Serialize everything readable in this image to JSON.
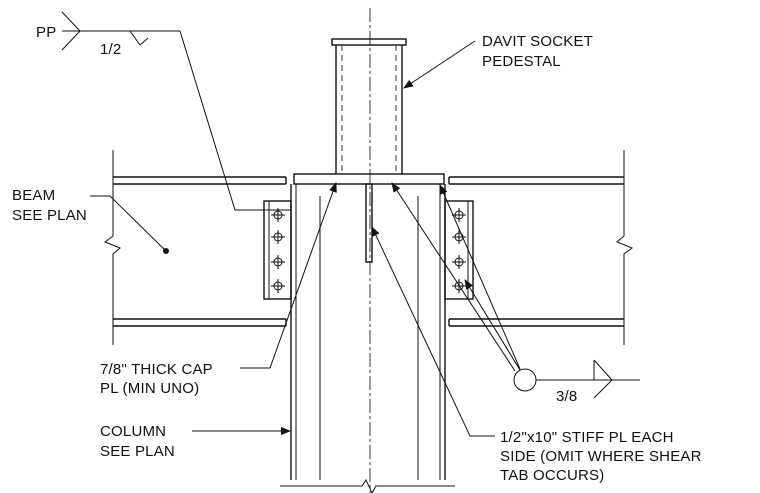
{
  "labels": {
    "pp": "PP",
    "weld_top": "1/2",
    "davit": [
      "DAVIT SOCKET",
      "PEDESTAL"
    ],
    "beam": [
      "BEAM",
      "SEE PLAN"
    ],
    "cap": [
      "7/8\" THICK CAP",
      "PL (MIN UNO)"
    ],
    "column": [
      "COLUMN",
      "SEE PLAN"
    ],
    "weld_right": "3/8",
    "stiff": [
      "1/2\"x10\" STIFF PL EACH",
      "SIDE (OMIT WHERE SHEAR",
      "TAB OCCURS)"
    ]
  }
}
